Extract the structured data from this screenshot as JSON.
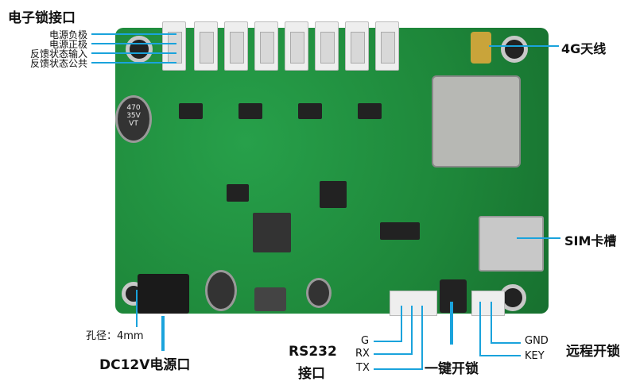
{
  "title": "电子锁接口",
  "lock_pins": [
    "电源负极",
    "电源正极",
    "反馈状态输入",
    "反馈状态公共"
  ],
  "antenna_label": "4G天线",
  "sim_label": "SIM卡槽",
  "hole_label": "孔径：4mm",
  "power_label": "DC12V电源口",
  "rs232_label": [
    "RS232",
    "接口"
  ],
  "rs232_pins": [
    "G",
    "RX",
    "TX"
  ],
  "button_label": "一键开锁",
  "remote_pins": [
    "GND",
    "KEY"
  ],
  "remote_label": "远程开锁",
  "capacitor_text": [
    "470",
    "35V",
    "VT"
  ],
  "line_color": "#1aa3dc"
}
